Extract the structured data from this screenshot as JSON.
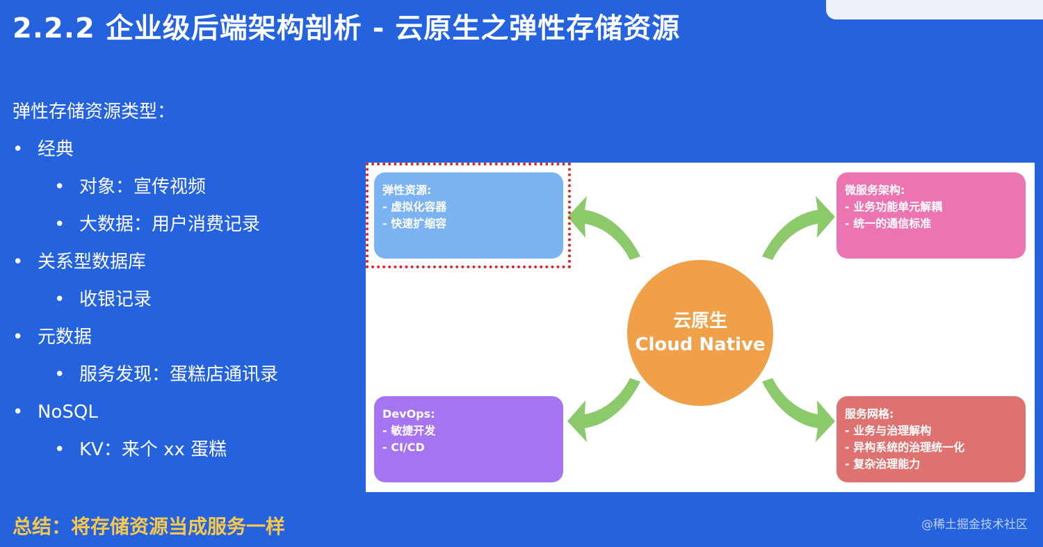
{
  "title": "2.2.2 企业级后端架构剖析 - 云原生之弹性存储资源",
  "section_heading": "弹性存储资源类型：",
  "bullet_glyph": "•",
  "items": [
    {
      "level": 1,
      "text": "经典"
    },
    {
      "level": 2,
      "text": "对象：宣传视频"
    },
    {
      "level": 2,
      "text": "大数据：用户消费记录"
    },
    {
      "level": 1,
      "text": "关系型数据库"
    },
    {
      "level": 2,
      "text": "收银记录"
    },
    {
      "level": 1,
      "text": "元数据"
    },
    {
      "level": 2,
      "text": "服务发现：蛋糕店通讯录"
    },
    {
      "level": 1,
      "text": "NoSQL"
    },
    {
      "level": 2,
      "text": "KV：来个 xx 蛋糕"
    }
  ],
  "summary": "总结：将存储资源当成服务一样",
  "watermark": "@稀土掘金技术社区",
  "diagram": {
    "center_cn": "云原生",
    "center_en": "Cloud Native",
    "elastic": {
      "title": "弹性资源:",
      "lines": [
        "- 虚拟化容器",
        "- 快速扩缩容"
      ]
    },
    "micro": {
      "title": "微服务架构:",
      "lines": [
        "- 业务功能单元解耦",
        "- 统一的通信标准"
      ]
    },
    "devops": {
      "title": "DevOps:",
      "lines": [
        "- 敏捷开发",
        "- CI/CD"
      ]
    },
    "mesh": {
      "title": "服务网格:",
      "lines": [
        "- 业务与治理解构",
        "- 异构系统的治理统一化",
        "- 复杂治理能力"
      ]
    },
    "colors": {
      "background": "#2462de",
      "elastic": "#7bb2f2",
      "micro": "#ec75b1",
      "devops": "#a674f0",
      "mesh": "#de7270",
      "center": "#f0a048",
      "arrow": "#8cc96a",
      "highlight": "#e02424",
      "summary": "#f7c84b"
    }
  }
}
